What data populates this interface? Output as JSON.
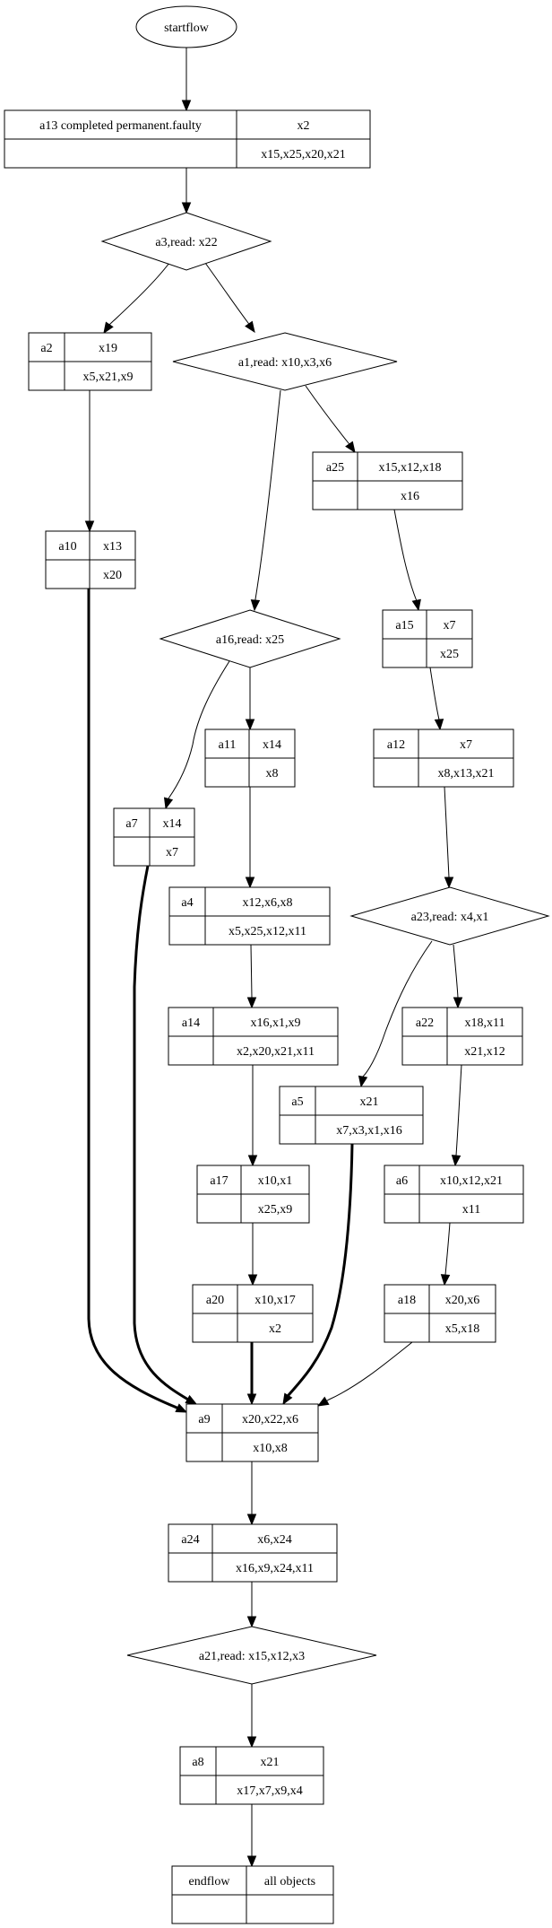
{
  "diagram": {
    "type": "flowchart",
    "nodes": [
      {
        "id": "startflow",
        "shape": "ellipse",
        "label": "startflow"
      },
      {
        "id": "a13",
        "shape": "record",
        "cells": [
          "a13 completed permanent.faulty",
          "x2",
          "",
          "x15,x25,x20,x21"
        ]
      },
      {
        "id": "a3",
        "shape": "diamond",
        "label": "a3,read: x22"
      },
      {
        "id": "a2",
        "shape": "record",
        "cells": [
          "a2",
          "x19",
          "",
          "x5,x21,x9"
        ]
      },
      {
        "id": "a1",
        "shape": "diamond",
        "label": "a1,read: x10,x3,x6"
      },
      {
        "id": "a10",
        "shape": "record",
        "cells": [
          "a10",
          "x13",
          "",
          "x20"
        ]
      },
      {
        "id": "a25",
        "shape": "record",
        "cells": [
          "a25",
          "x15,x12,x18",
          "",
          "x16"
        ]
      },
      {
        "id": "a16",
        "shape": "diamond",
        "label": "a16,read: x25"
      },
      {
        "id": "a15",
        "shape": "record",
        "cells": [
          "a15",
          "x7",
          "",
          "x25"
        ]
      },
      {
        "id": "a11",
        "shape": "record",
        "cells": [
          "a11",
          "x14",
          "",
          "x8"
        ]
      },
      {
        "id": "a12",
        "shape": "record",
        "cells": [
          "a12",
          "x7",
          "",
          "x8,x13,x21"
        ]
      },
      {
        "id": "a7",
        "shape": "record",
        "cells": [
          "a7",
          "x14",
          "",
          "x7"
        ]
      },
      {
        "id": "a4",
        "shape": "record",
        "cells": [
          "a4",
          "x12,x6,x8",
          "",
          "x5,x25,x12,x11"
        ]
      },
      {
        "id": "a23",
        "shape": "diamond",
        "label": "a23,read: x4,x1"
      },
      {
        "id": "a14",
        "shape": "record",
        "cells": [
          "a14",
          "x16,x1,x9",
          "",
          "x2,x20,x21,x11"
        ]
      },
      {
        "id": "a22",
        "shape": "record",
        "cells": [
          "a22",
          "x18,x11",
          "",
          "x21,x12"
        ]
      },
      {
        "id": "a5",
        "shape": "record",
        "cells": [
          "a5",
          "x21",
          "",
          "x7,x3,x1,x16"
        ]
      },
      {
        "id": "a17",
        "shape": "record",
        "cells": [
          "a17",
          "x10,x1",
          "",
          "x25,x9"
        ]
      },
      {
        "id": "a6",
        "shape": "record",
        "cells": [
          "a6",
          "x10,x12,x21",
          "",
          "x11"
        ]
      },
      {
        "id": "a20",
        "shape": "record",
        "cells": [
          "a20",
          "x10,x17",
          "",
          "x2"
        ]
      },
      {
        "id": "a18",
        "shape": "record",
        "cells": [
          "a18",
          "x20,x6",
          "",
          "x5,x18"
        ]
      },
      {
        "id": "a9",
        "shape": "record",
        "cells": [
          "a9",
          "x20,x22,x6",
          "",
          "x10,x8"
        ]
      },
      {
        "id": "a24",
        "shape": "record",
        "cells": [
          "a24",
          "x6,x24",
          "",
          "x16,x9,x24,x11"
        ]
      },
      {
        "id": "a21",
        "shape": "diamond",
        "label": "a21,read: x15,x12,x3"
      },
      {
        "id": "a8",
        "shape": "record",
        "cells": [
          "a8",
          "x21",
          "",
          "x17,x7,x9,x4"
        ]
      },
      {
        "id": "endflow",
        "shape": "record",
        "cells": [
          "endflow",
          "all objects",
          "",
          ""
        ]
      }
    ],
    "edges": [
      {
        "from": "startflow",
        "to": "a13",
        "bold": false
      },
      {
        "from": "a13",
        "to": "a3",
        "bold": false
      },
      {
        "from": "a3",
        "to": "a2",
        "bold": false
      },
      {
        "from": "a3",
        "to": "a1",
        "bold": false
      },
      {
        "from": "a2",
        "to": "a10",
        "bold": false
      },
      {
        "from": "a1",
        "to": "a16",
        "bold": false
      },
      {
        "from": "a1",
        "to": "a25",
        "bold": false
      },
      {
        "from": "a25",
        "to": "a15",
        "bold": false
      },
      {
        "from": "a15",
        "to": "a12",
        "bold": false
      },
      {
        "from": "a16",
        "to": "a7",
        "bold": false
      },
      {
        "from": "a16",
        "to": "a11",
        "bold": false
      },
      {
        "from": "a11",
        "to": "a4",
        "bold": false
      },
      {
        "from": "a12",
        "to": "a23",
        "bold": false
      },
      {
        "from": "a4",
        "to": "a14",
        "bold": false
      },
      {
        "from": "a23",
        "to": "a5",
        "bold": false
      },
      {
        "from": "a23",
        "to": "a22",
        "bold": false
      },
      {
        "from": "a14",
        "to": "a17",
        "bold": false
      },
      {
        "from": "a22",
        "to": "a6",
        "bold": false
      },
      {
        "from": "a17",
        "to": "a20",
        "bold": false
      },
      {
        "from": "a6",
        "to": "a18",
        "bold": false
      },
      {
        "from": "a10",
        "to": "a9",
        "bold": true
      },
      {
        "from": "a7",
        "to": "a9",
        "bold": true
      },
      {
        "from": "a20",
        "to": "a9",
        "bold": true
      },
      {
        "from": "a5",
        "to": "a9",
        "bold": true
      },
      {
        "from": "a18",
        "to": "a9",
        "bold": false
      },
      {
        "from": "a9",
        "to": "a24",
        "bold": false
      },
      {
        "from": "a24",
        "to": "a21",
        "bold": false
      },
      {
        "from": "a21",
        "to": "a8",
        "bold": false
      },
      {
        "from": "a8",
        "to": "endflow",
        "bold": false
      }
    ]
  }
}
